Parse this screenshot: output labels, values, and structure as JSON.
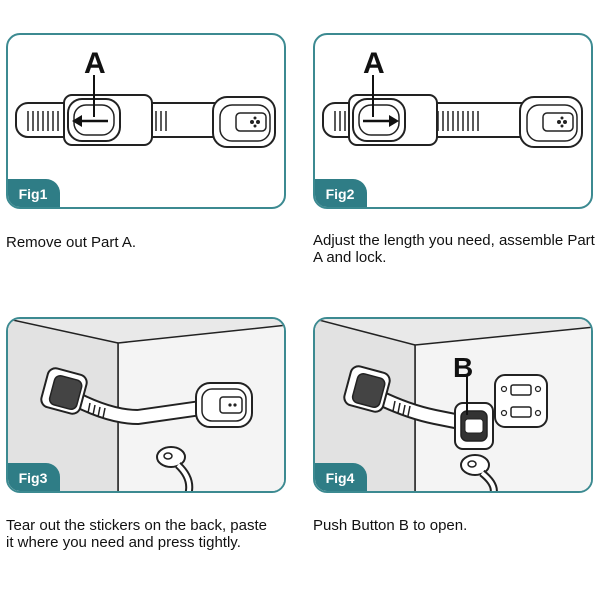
{
  "figures": [
    {
      "label": "Fig1",
      "marker": "A",
      "caption": "Remove out Part A."
    },
    {
      "label": "Fig2",
      "marker": "A",
      "caption": "Adjust the length you need, assemble Part A and lock."
    },
    {
      "label": "Fig3",
      "caption": "Tear out the stickers on the back, paste it where you need and press tightly."
    },
    {
      "label": "Fig4",
      "marker": "B",
      "caption": "Push Button B to open."
    }
  ],
  "colors": {
    "frame": "#3c8a91",
    "badge": "#2f7d86"
  }
}
